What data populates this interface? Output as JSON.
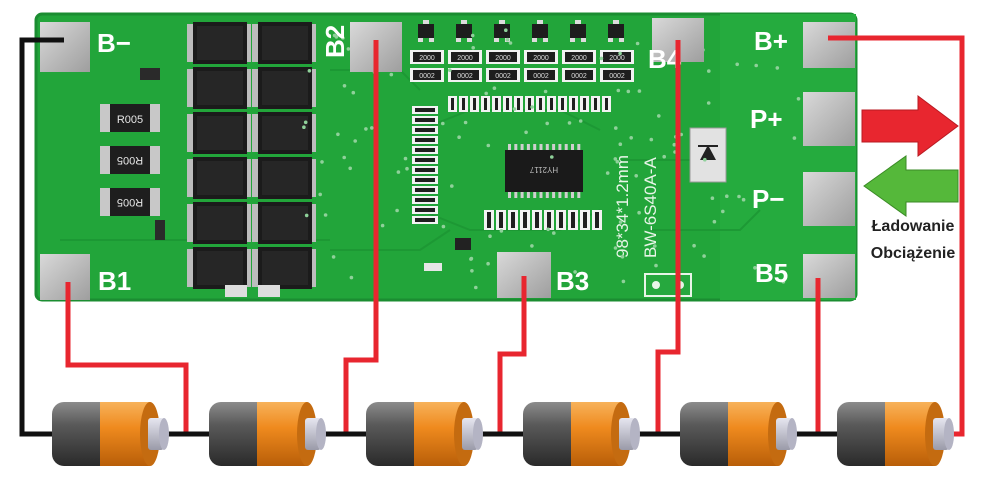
{
  "board": {
    "pads": {
      "b_minus": "B−",
      "b1": "B1",
      "b2": "B2",
      "b3": "B3",
      "b4": "B4",
      "b5": "B5",
      "b_plus": "B+",
      "p_plus": "P+",
      "p_minus": "P−"
    },
    "model_text": "BW-6S40A-A",
    "size_text": "98*34*1.2mm",
    "shunt_label": "R005",
    "resistor_value": "2000",
    "resistor_value_alt": "0002",
    "chip_text": "HY2117"
  },
  "labels": {
    "charging": "Ładowanie",
    "load": "Obciążenie"
  },
  "colors": {
    "pcb": "#22a53a",
    "pcb_dark": "#17862c",
    "wire_red": "#e8262f",
    "wire_black": "#111111",
    "arrow_red": "#e8262f",
    "arrow_green": "#55b83a",
    "battery_orange": "#ef8a1e",
    "battery_gray": "#4a4a4a"
  },
  "batteries": {
    "count": 6
  }
}
